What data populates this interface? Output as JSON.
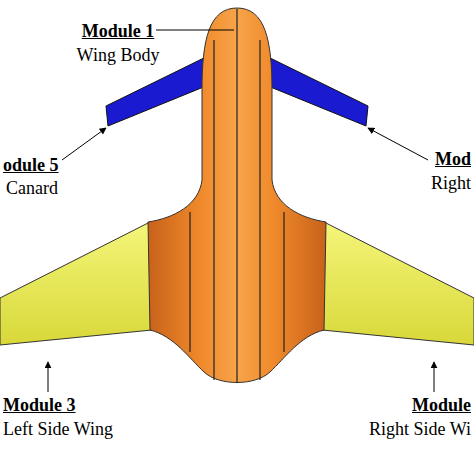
{
  "diagram": {
    "labels": [
      "Module 1",
      "Wing Body",
      "odule 5",
      "Canard",
      "Mod",
      "Right",
      "Module 3",
      "Left Side Wing",
      "Module",
      "Right Side Wi"
    ]
  }
}
